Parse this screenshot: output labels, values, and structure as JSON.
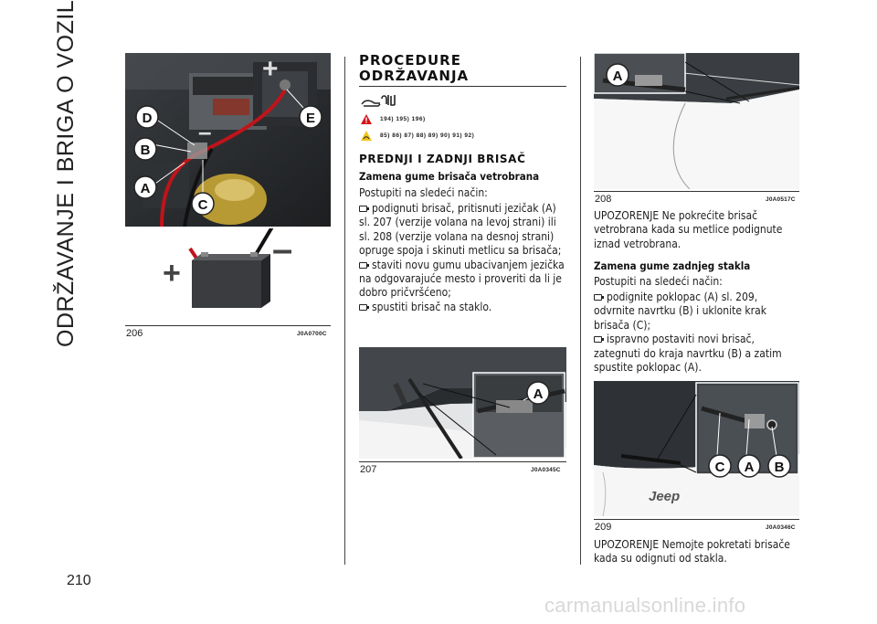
{
  "page": {
    "side_title": "ODRŽAVANJE I BRIGA O VOZILU",
    "page_number": "210"
  },
  "fig206": {
    "number": "206",
    "code": "J0A0700C",
    "labels": [
      "D",
      "E",
      "B",
      "A",
      "C"
    ],
    "plus": "+",
    "minus": "–"
  },
  "middle": {
    "heading_line1": "PROCEDURE",
    "heading_line2": "ODRŽAVANJA",
    "ref_line1": "194) 195) 196)",
    "ref_line2": "85) 86) 87) 88) 89) 90) 91) 92)",
    "section_title": "PREDNJI I ZADNJI BRISAČ",
    "subsection": "Zamena gume brisača vetrobrana",
    "intro": "Postupiti na sledeći način:",
    "steps": [
      "podignuti brisač, pritisnuti jezičak (A) sl. 207 (verzije volana na levoj strani) ili sl. 208 (verzije volana na desnoj strani) opruge spoja i skinuti metlicu sa brisača;",
      "staviti novu gumu ubacivanjem jezička na odgovarajuće mesto i proveriti da li je dobro pričvršćeno;",
      "spustiti brisač na staklo."
    ]
  },
  "fig207": {
    "number": "207",
    "code": "J0A0345C",
    "label": "A"
  },
  "fig208": {
    "number": "208",
    "code": "J0A0517C",
    "label": "A"
  },
  "right": {
    "warning1": "UPOZORENJE Ne pokrećite brisač vetrobrana kada su metlice podignute iznad vetrobrana.",
    "subsection": "Zamena gume zadnjeg stakla",
    "intro": "Postupiti na sledeći način:",
    "steps": [
      "podignite poklopac (A) sl. 209, odvrnite navrtku (B) i uklonite krak brisača (C);",
      "ispravno postaviti novi brisač, zategnuti do kraja navrtku (B) a zatim spustite poklopac (A)."
    ],
    "warning2": "UPOZORENJE Nemojte pokretati brisače kada su odignuti od stakla."
  },
  "fig209": {
    "number": "209",
    "code": "J0A0346C",
    "labels": [
      "C",
      "A",
      "B"
    ],
    "brand": "Jeep"
  },
  "watermark": "carmanualsonline.info",
  "colors": {
    "ink": "#1a1a1a",
    "red_cable": "#c0141a",
    "warning_red": "#d4141b",
    "warning_yellow": "#f0c419",
    "photo_dark": "#2c2f33"
  }
}
